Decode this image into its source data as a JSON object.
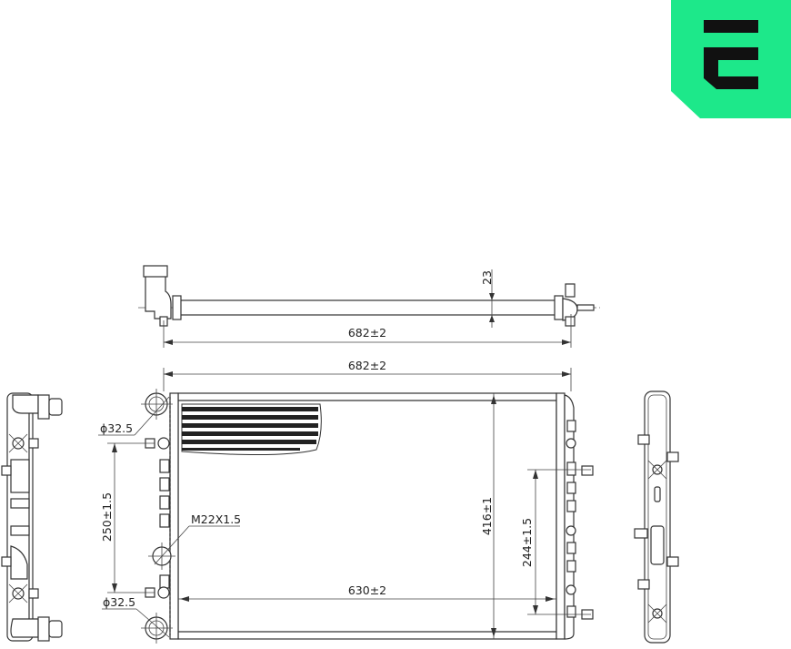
{
  "brand": {
    "logo_letter": "E",
    "accent_color": "#1de88a",
    "glyph_color": "#111111"
  },
  "drawing": {
    "subject": "radiator technical drawing",
    "top_view": {
      "overall_width": "682±2",
      "depth": "23"
    },
    "front_view": {
      "overall_width": "682±2",
      "core_width": "630±2",
      "height": "416±1",
      "left_mount_spacing": "250±1.5",
      "right_mount_spacing": "244±1.5",
      "inlet_diameter_top": "ϕ32.5",
      "inlet_diameter_bottom": "ϕ32.5",
      "drain_thread": "M22X1.5"
    },
    "side_views": [
      "left-side-view",
      "right-side-view"
    ]
  },
  "colors": {
    "line": "#333333",
    "background": "#ffffff"
  }
}
